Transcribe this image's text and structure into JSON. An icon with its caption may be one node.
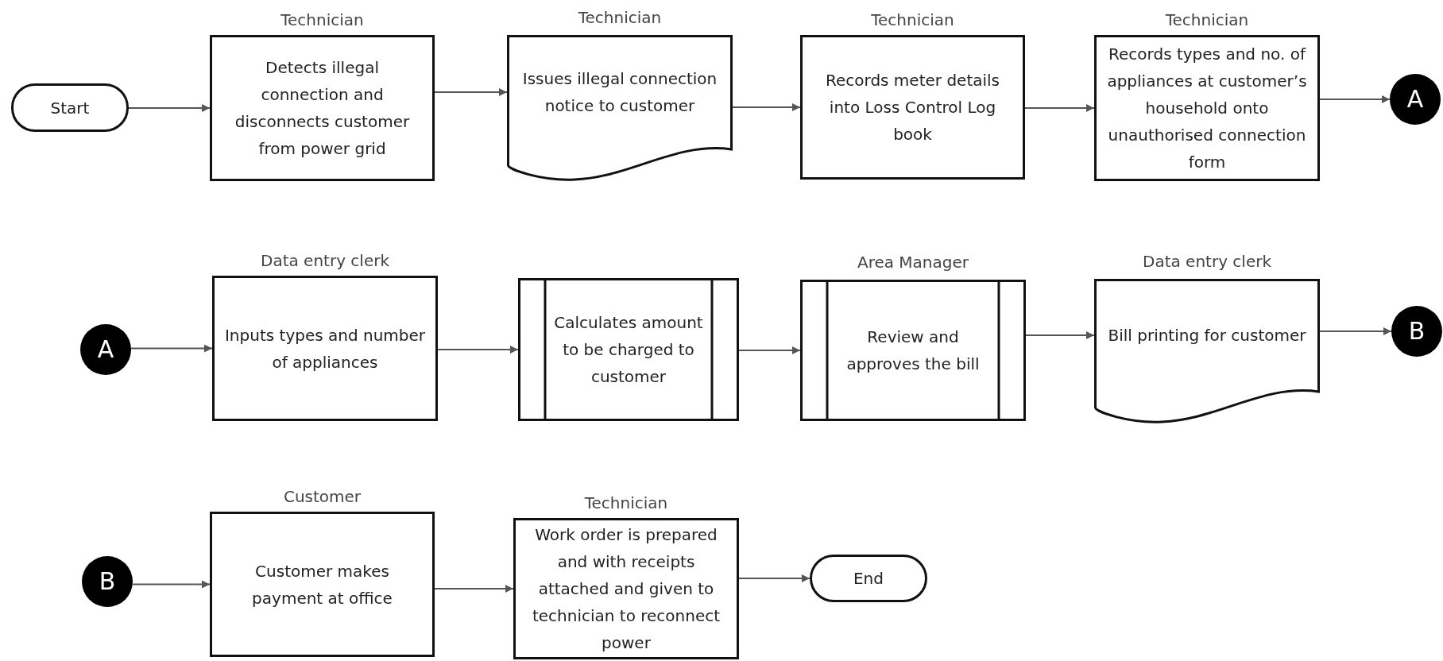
{
  "diagram": {
    "nodes": [
      {
        "text": [
          "Start"
        ]
      },
      {
        "text": [
          "Technician",
          "Detects illegal connection and disconnects customer from power grid"
        ]
      },
      {
        "text": [
          "Technician",
          "Issues illegal connection notice to customer"
        ]
      },
      {
        "text": [
          "Technician",
          "Records meter details into Loss Control Log book"
        ]
      },
      {
        "text": [
          "Technician",
          "Records types and no. of appliances at customer’s household onto unauthorised connection form"
        ]
      },
      {
        "text": [
          "A"
        ]
      },
      {
        "text": [
          "A"
        ]
      },
      {
        "text": [
          "Data entry clerk",
          "Inputs types and number of appliances"
        ]
      },
      {
        "text": [
          "Calculates amount to be charged to customer"
        ]
      },
      {
        "text": [
          "Area Manager",
          "Review and approves the bill"
        ]
      },
      {
        "text": [
          "Data entry clerk",
          "Bill printing for customer"
        ]
      },
      {
        "text": [
          "B"
        ]
      },
      {
        "text": [
          "B"
        ]
      },
      {
        "text": [
          "Customer",
          "Customer makes payment at office"
        ]
      },
      {
        "text": [
          "Technician",
          "Work order is prepared and with receipts attached and given to technician to reconnect power"
        ]
      },
      {
        "text": [
          "End"
        ]
      }
    ],
    "edges": [
      {
        "from": 0,
        "to": 1,
        "arrow": "to"
      },
      {
        "from": 1,
        "to": 2,
        "arrow": "to"
      },
      {
        "from": 2,
        "to": 3,
        "arrow": "to"
      },
      {
        "from": 3,
        "to": 4,
        "arrow": "to"
      },
      {
        "from": 4,
        "to": 5,
        "arrow": "to"
      },
      {
        "from": 6,
        "to": 7,
        "arrow": "to"
      },
      {
        "from": 7,
        "to": 8,
        "arrow": "to"
      },
      {
        "from": 8,
        "to": 9,
        "arrow": "to"
      },
      {
        "from": 9,
        "to": 10,
        "arrow": "to"
      },
      {
        "from": 10,
        "to": 11,
        "arrow": "to"
      },
      {
        "from": 12,
        "to": 13,
        "arrow": "to"
      },
      {
        "from": 13,
        "to": 14,
        "arrow": "to"
      },
      {
        "from": 14,
        "to": 15,
        "arrow": "to"
      }
    ]
  }
}
